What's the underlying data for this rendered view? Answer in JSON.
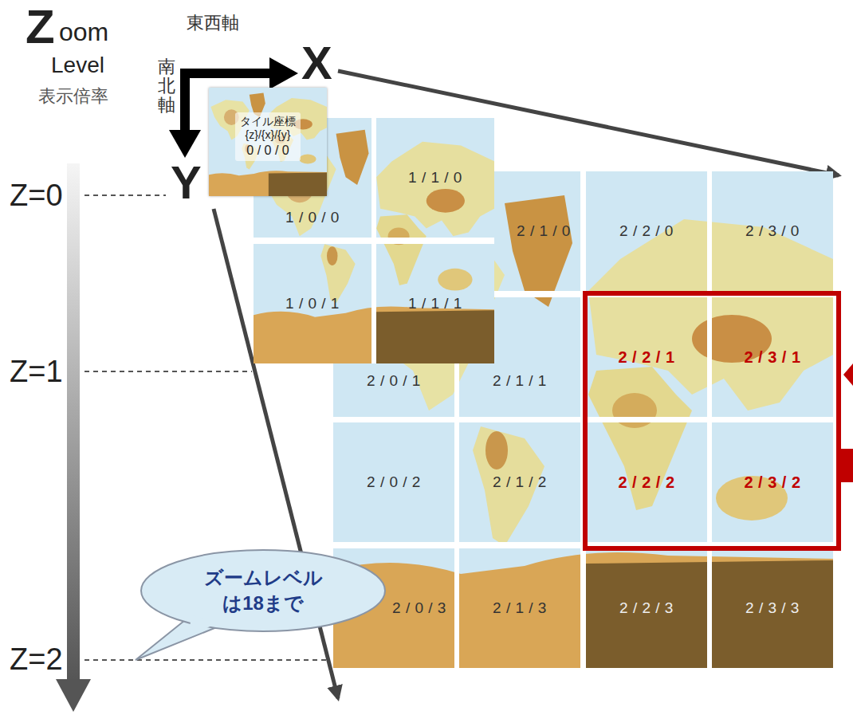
{
  "diagram": {
    "nodes": [
      {
        "text": [
          "タイル座標",
          "{z}/{x}/{y}",
          "0 / 0 / 0"
        ]
      },
      {
        "text": [
          "1 / 0 / 0"
        ]
      },
      {
        "text": [
          "1 / 1 / 0"
        ]
      },
      {
        "text": [
          "1 / 0 / 1"
        ]
      },
      {
        "text": [
          "1 / 1 / 1"
        ]
      },
      {
        "text": [
          "2 / 1 / 0"
        ]
      },
      {
        "text": [
          "2 / 2 / 0"
        ]
      },
      {
        "text": [
          "2 / 3 / 0"
        ]
      },
      {
        "text": [
          "2 / 0 / 1"
        ]
      },
      {
        "text": [
          "2 / 1 / 1"
        ]
      },
      {
        "text": [
          "2 / 2 / 1"
        ]
      },
      {
        "text": [
          "2 / 3 / 1"
        ]
      },
      {
        "text": [
          "2 / 0 / 2"
        ]
      },
      {
        "text": [
          "2 / 1 / 2"
        ]
      },
      {
        "text": [
          "2 / 2 / 2"
        ]
      },
      {
        "text": [
          "2 / 3 / 2"
        ]
      },
      {
        "text": [
          "2 / 0 / 3"
        ]
      },
      {
        "text": [
          "2 / 1 / 3"
        ]
      },
      {
        "text": [
          "2 / 2 / 3"
        ]
      },
      {
        "text": [
          "2 / 3 / 3"
        ]
      },
      {
        "text": [
          "ズームレベル は18まで"
        ]
      }
    ],
    "labels": [
      "Z",
      "oom",
      "Level",
      "表示倍率",
      "東西軸",
      "南北軸",
      "X",
      "Y",
      "Z=0",
      "Z=1",
      "Z=2"
    ]
  }
}
